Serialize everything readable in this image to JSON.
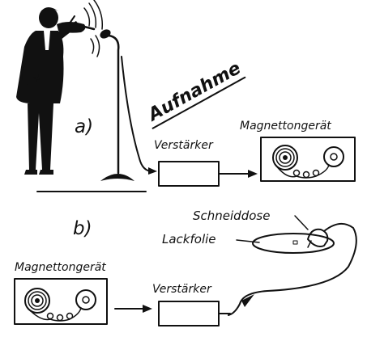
{
  "section_a": {
    "marker": "a)",
    "banner": "Aufnahme",
    "amplifier_label": "Verstärker",
    "recorder_label": "Magnettongerät"
  },
  "section_b": {
    "marker": "b)",
    "cutter_label": "Schneiddose",
    "disc_label": "Lackfolie",
    "recorder_label": "Magnettongerät",
    "amplifier_label": "Verstärker"
  },
  "icons": [
    "violinist-figure",
    "microphone-icon",
    "tape-reel-icon",
    "arrow-icon",
    "cutter-head-icon"
  ],
  "colors": {
    "ink": "#111111",
    "paper": "#ffffff"
  }
}
